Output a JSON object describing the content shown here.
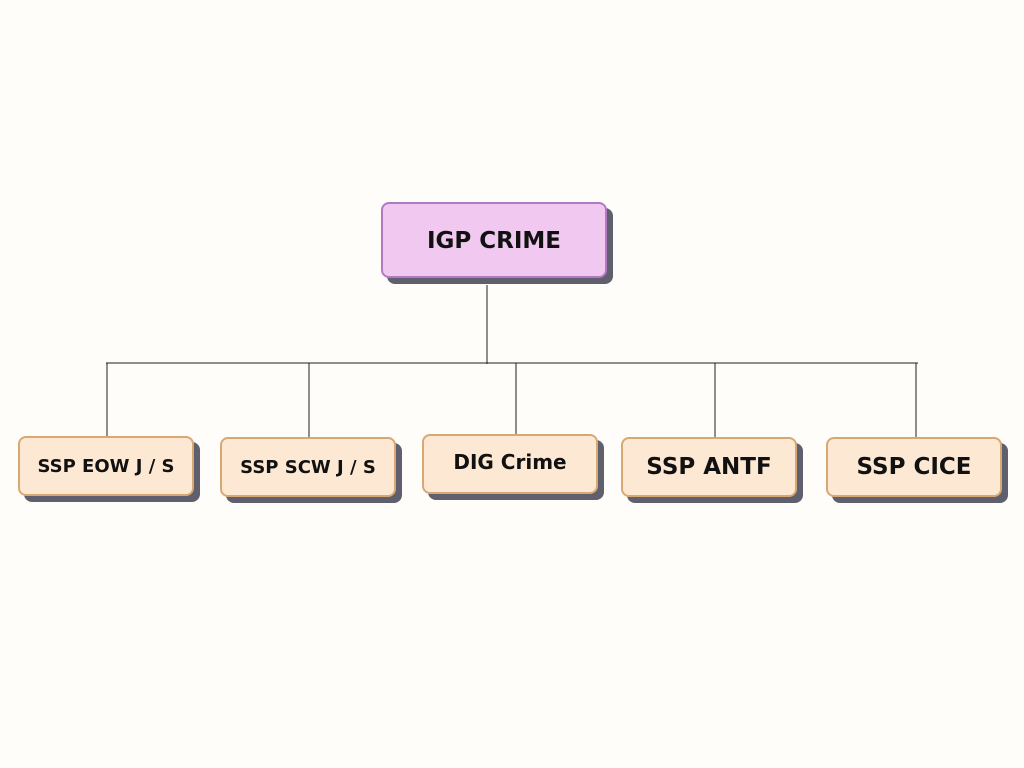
{
  "diagram": {
    "root": {
      "label": "IGP CRIME",
      "fill": "#f0c8f0",
      "border": "#b37ac4"
    },
    "children": [
      {
        "label": "SSP EOW J / S"
      },
      {
        "label": "SSP SCW J / S"
      },
      {
        "label": "DIG Crime"
      },
      {
        "label": "SSP ANTF"
      },
      {
        "label": "SSP CICE"
      }
    ],
    "child_style": {
      "fill": "#fde9d3",
      "border": "#d8a873"
    },
    "connector_color": "#1f1f1f",
    "shadow_color": "#5f5f6e"
  }
}
